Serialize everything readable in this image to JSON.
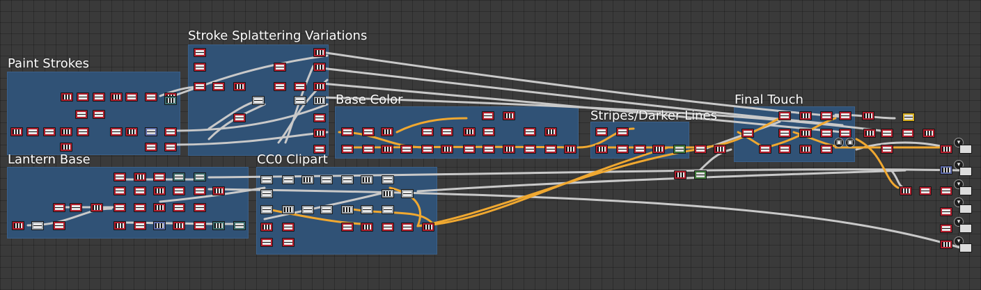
{
  "frames": [
    {
      "id": "paint-strokes",
      "title": "Paint Strokes"
    },
    {
      "id": "stroke-splattering-variations",
      "title": "Stroke Splattering Variations"
    },
    {
      "id": "base-color",
      "title": "Base Color"
    },
    {
      "id": "stripes-darker-lines",
      "title": "Stripes/Darker Lines"
    },
    {
      "id": "final-touch",
      "title": "Final Touch"
    },
    {
      "id": "lantern-base",
      "title": "Lantern Base"
    },
    {
      "id": "cc0-clipart",
      "title": "CC0 Clipart"
    }
  ],
  "colors": {
    "canvas": "#3a3a3a",
    "frame_fill": "#305276",
    "wire_grey": "#c9c9c9",
    "wire_orange": "#f0a830",
    "node_red": "#b41e2d",
    "node_grey": "#9da3a8",
    "node_teal": "#3c6e6c",
    "node_green": "#3f7a3a",
    "output_node": "#1d1d1d"
  },
  "output_icons": [
    "output-1-icon",
    "output-2-icon",
    "output-3-icon",
    "output-4-icon",
    "output-5-icon",
    "output-6-icon"
  ]
}
